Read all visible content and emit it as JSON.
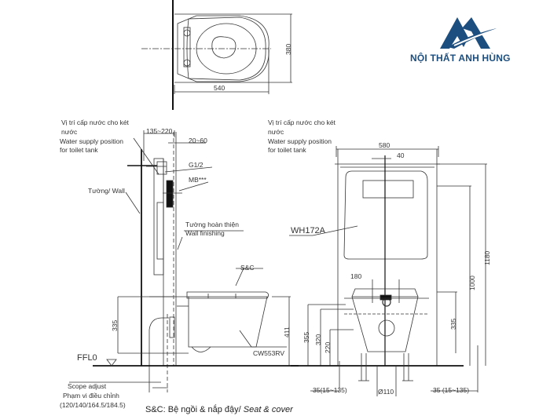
{
  "brand": {
    "name": "NỘI THẤT ANH HÙNG",
    "color": "#1c4e7f"
  },
  "top_view": {
    "width_dim": "540",
    "depth_dim": "380"
  },
  "side_view": {
    "water_supply_vi_line1": "Vị trí cấp nước cho két",
    "water_supply_vi_line2": "nước",
    "water_supply_en_line1": "Water supply position",
    "water_supply_en_line2": "for toilet tank",
    "dim_135_220": "135~220",
    "dim_20_60": "20~60",
    "g12": "G1/2",
    "mb": "MB***",
    "wall": "Tường/ Wall",
    "wall_finish_vi": "Tường hoàn thiện",
    "wall_finish_en": "Wall finishing",
    "sc": "S&C",
    "dim_335": "335",
    "dim_411": "411",
    "model": "CW553RV",
    "ffl": "FFL0",
    "scope_en": "Scope adjust",
    "scope_vi": "Phạm vi điều chỉnh",
    "scope_values": "(120/140/164.5/184.5)"
  },
  "front_view": {
    "water_supply_vi_line1": "Vị trí cấp nước cho két",
    "water_supply_vi_line2": "nước",
    "water_supply_en_line1": "Water supply position",
    "water_supply_en_line2": "for toilet tank",
    "dim_580": "580",
    "dim_40": "40",
    "frame_model": "WH172A",
    "dim_180": "180",
    "dim_1000": "1000",
    "dim_1180": "1180",
    "dim_335": "335",
    "dim_355": "355",
    "dim_320": "320",
    "dim_220": "220",
    "dim_left_foot": "35(15~135)",
    "dim_right_foot": "35 (15~135)",
    "pipe_dia": "Ø110"
  },
  "caption": {
    "prefix": "S&C: Bệ ngồi & nắp đậy/ ",
    "italic": "Seat & cover"
  }
}
